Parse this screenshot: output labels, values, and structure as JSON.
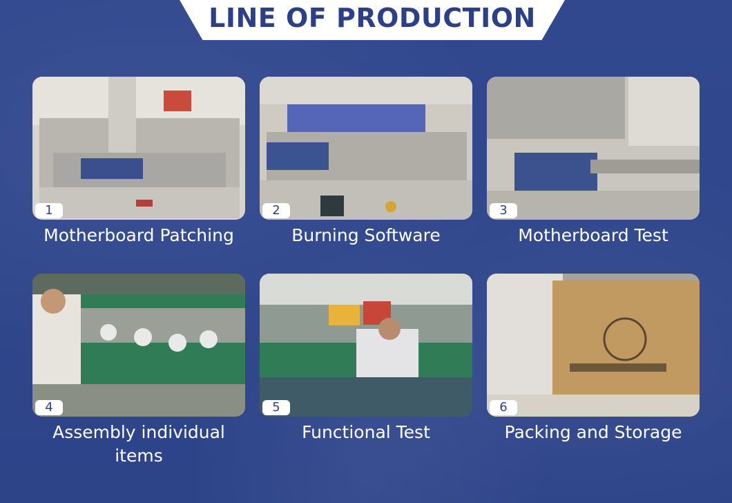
{
  "header": {
    "title": "LINE OF PRODUCTION"
  },
  "steps": [
    {
      "number": "1",
      "label": "Motherboard Patching"
    },
    {
      "number": "2",
      "label": "Burning Software"
    },
    {
      "number": "3",
      "label": "Motherboard Test"
    },
    {
      "number": "4",
      "label": "Assembly individual items"
    },
    {
      "number": "5",
      "label": "Functional Test"
    },
    {
      "number": "6",
      "label": "Packing and Storage"
    }
  ],
  "colors": {
    "background": "#2f4690",
    "title": "#2d3f86",
    "caption": "#ffffff"
  }
}
